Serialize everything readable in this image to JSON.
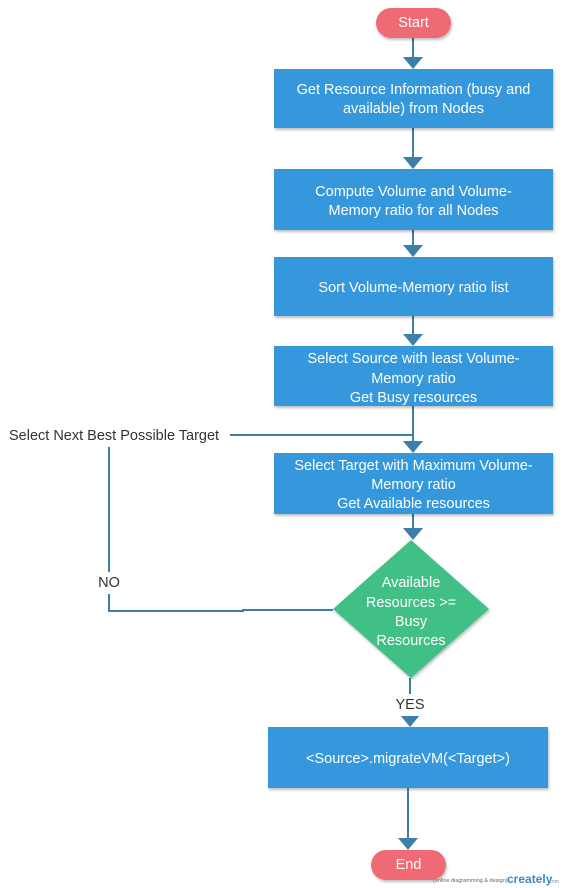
{
  "colors": {
    "process_fill": "#3598dc",
    "terminal_fill": "#f06a75",
    "decision_fill": "#3fbf86",
    "connector": "#3b7faa",
    "label_text": "#333333",
    "node_text": "#ffffff"
  },
  "nodes": {
    "start": {
      "text": "Start"
    },
    "get_info": {
      "lines": [
        "Get Resource Information (busy and",
        "available) from Nodes"
      ]
    },
    "compute": {
      "lines": [
        "Compute Volume and Volume-",
        "Memory ratio for all Nodes"
      ]
    },
    "sort": {
      "lines": [
        "Sort Volume-Memory ratio list"
      ]
    },
    "select_source": {
      "lines": [
        "Select Source with least Volume-",
        "Memory ratio",
        "Get Busy resources"
      ]
    },
    "select_target": {
      "lines": [
        "Select Target with Maximum Volume-",
        "Memory ratio",
        "Get Available resources"
      ]
    },
    "decision": {
      "lines": [
        "Available",
        "Resources >=",
        "Busy",
        "Resources"
      ]
    },
    "migrate": {
      "lines": [
        "<Source>.migrateVM(<Target>)"
      ]
    },
    "end": {
      "text": "End"
    }
  },
  "edge_labels": {
    "select_next": "Select Next Best Possible Target",
    "no": "NO",
    "yes": "YES"
  },
  "watermark": {
    "tagline": "(online diagramming & design)",
    "brand": "creately",
    "suffix": ".com"
  }
}
